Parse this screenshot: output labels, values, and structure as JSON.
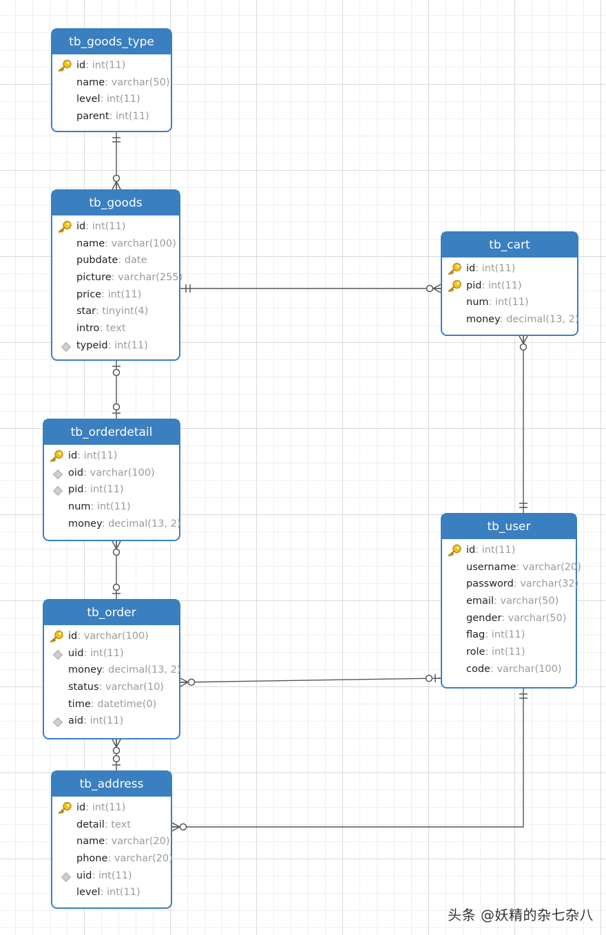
{
  "tables": [
    {
      "id": "tb_goods_type",
      "title": "tb_goods_type",
      "fields": [
        {
          "name": "id",
          "type": "int(11)",
          "key": "pk"
        },
        {
          "name": "name",
          "type": "varchar(50)",
          "key": ""
        },
        {
          "name": "level",
          "type": "int(11)",
          "key": ""
        },
        {
          "name": "parent",
          "type": "int(11)",
          "key": ""
        }
      ]
    },
    {
      "id": "tb_goods",
      "title": "tb_goods",
      "fields": [
        {
          "name": "id",
          "type": "int(11)",
          "key": "pk"
        },
        {
          "name": "name",
          "type": "varchar(100)",
          "key": ""
        },
        {
          "name": "pubdate",
          "type": "date",
          "key": ""
        },
        {
          "name": "picture",
          "type": "varchar(255)",
          "key": ""
        },
        {
          "name": "price",
          "type": "int(11)",
          "key": ""
        },
        {
          "name": "star",
          "type": "tinyint(4)",
          "key": ""
        },
        {
          "name": "intro",
          "type": "text",
          "key": ""
        },
        {
          "name": "typeid",
          "type": "int(11)",
          "key": "fk"
        }
      ]
    },
    {
      "id": "tb_cart",
      "title": "tb_cart",
      "fields": [
        {
          "name": "id",
          "type": "int(11)",
          "key": "pk"
        },
        {
          "name": "pid",
          "type": "int(11)",
          "key": "pk"
        },
        {
          "name": "num",
          "type": "int(11)",
          "key": ""
        },
        {
          "name": "money",
          "type": "decimal(13, 2)",
          "key": ""
        }
      ]
    },
    {
      "id": "tb_orderdetail",
      "title": "tb_orderdetail",
      "fields": [
        {
          "name": "id",
          "type": "int(11)",
          "key": "pk"
        },
        {
          "name": "oid",
          "type": "varchar(100)",
          "key": "fk"
        },
        {
          "name": "pid",
          "type": "int(11)",
          "key": "fk"
        },
        {
          "name": "num",
          "type": "int(11)",
          "key": ""
        },
        {
          "name": "money",
          "type": "decimal(13, 2)",
          "key": ""
        }
      ]
    },
    {
      "id": "tb_user",
      "title": "tb_user",
      "fields": [
        {
          "name": "id",
          "type": "int(11)",
          "key": "pk"
        },
        {
          "name": "username",
          "type": "varchar(20)",
          "key": ""
        },
        {
          "name": "password",
          "type": "varchar(32)",
          "key": ""
        },
        {
          "name": "email",
          "type": "varchar(50)",
          "key": ""
        },
        {
          "name": "gender",
          "type": "varchar(50)",
          "key": ""
        },
        {
          "name": "flag",
          "type": "int(11)",
          "key": ""
        },
        {
          "name": "role",
          "type": "int(11)",
          "key": ""
        },
        {
          "name": "code",
          "type": "varchar(100)",
          "key": ""
        }
      ]
    },
    {
      "id": "tb_order",
      "title": "tb_order",
      "fields": [
        {
          "name": "id",
          "type": "varchar(100)",
          "key": "pk"
        },
        {
          "name": "uid",
          "type": "int(11)",
          "key": "fk"
        },
        {
          "name": "money",
          "type": "decimal(13, 2)",
          "key": ""
        },
        {
          "name": "status",
          "type": "varchar(10)",
          "key": ""
        },
        {
          "name": "time",
          "type": "datetime(0)",
          "key": ""
        },
        {
          "name": "aid",
          "type": "int(11)",
          "key": "fk"
        }
      ]
    },
    {
      "id": "tb_address",
      "title": "tb_address",
      "fields": [
        {
          "name": "id",
          "type": "int(11)",
          "key": "pk"
        },
        {
          "name": "detail",
          "type": "text",
          "key": ""
        },
        {
          "name": "name",
          "type": "varchar(20)",
          "key": ""
        },
        {
          "name": "phone",
          "type": "varchar(20)",
          "key": ""
        },
        {
          "name": "uid",
          "type": "int(11)",
          "key": "fk"
        },
        {
          "name": "level",
          "type": "int(11)",
          "key": ""
        }
      ]
    }
  ],
  "relationships": [
    {
      "from": "tb_goods_type",
      "from_card": "one-mandatory",
      "to": "tb_goods",
      "to_card": "many-optional"
    },
    {
      "from": "tb_goods",
      "from_card": "one-mandatory",
      "to": "tb_cart",
      "to_card": "many-optional"
    },
    {
      "from": "tb_goods",
      "from_card": "one-optional",
      "to": "tb_orderdetail",
      "to_card": "one-optional"
    },
    {
      "from": "tb_cart",
      "from_card": "many-optional",
      "to": "tb_user",
      "to_card": "one-mandatory"
    },
    {
      "from": "tb_orderdetail",
      "from_card": "many-optional",
      "to": "tb_order",
      "to_card": "one-optional"
    },
    {
      "from": "tb_order",
      "from_card": "many-optional",
      "to": "tb_user",
      "to_card": "one-optional"
    },
    {
      "from": "tb_order",
      "from_card": "many-optional",
      "to": "tb_address",
      "to_card": "one-optional"
    },
    {
      "from": "tb_address",
      "from_card": "many-optional",
      "to": "tb_user",
      "to_card": "one-mandatory"
    }
  ],
  "colors": {
    "header": "#3a7fc0",
    "border": "#3a7fc0",
    "field_name": "#222222",
    "field_type": "#9a9a9a",
    "line": "#555555",
    "key_icon": "#f0c419"
  },
  "watermark": "头条 @妖精的杂七杂八"
}
